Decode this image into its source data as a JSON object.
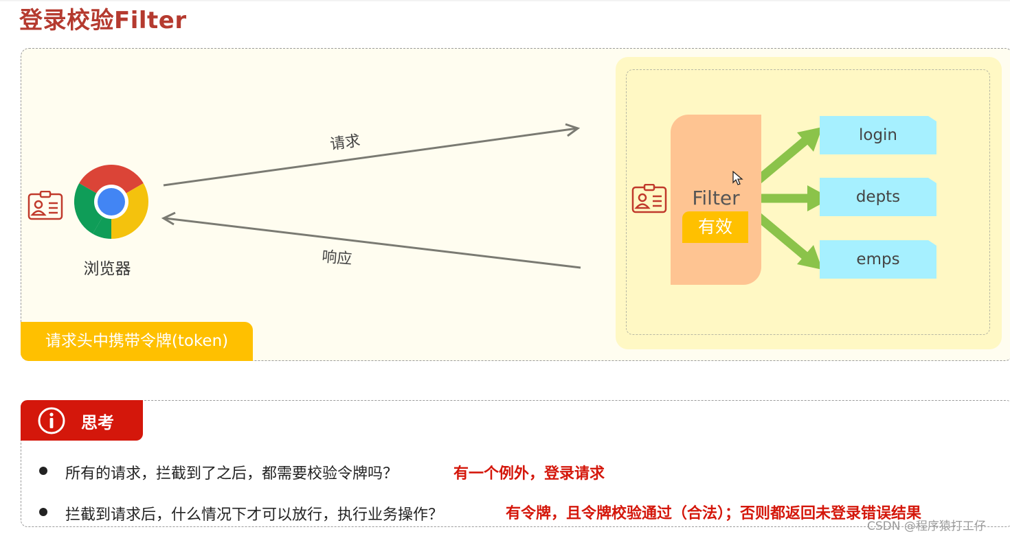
{
  "title": "登录校验Filter",
  "diagram": {
    "browser_label": "浏览器",
    "request_label": "请求",
    "response_label": "响应",
    "token_tag": "请求头中携带令牌(token)",
    "filter_label": "Filter",
    "valid_badge": "有效",
    "endpoints": [
      "login",
      "depts",
      "emps"
    ],
    "icons": [
      "id-card-icon",
      "chrome-icon",
      "cursor-icon"
    ],
    "colors": {
      "panel_bg": "#fffdf0",
      "server_bg": "#fff8c4",
      "filter_bg": "#fec492",
      "badge_bg": "#ffc000",
      "endpoint_bg": "#a6f0ff",
      "arrow_green": "#8bc34a",
      "title_red": "#b53a2f",
      "think_red": "#d4170b"
    }
  },
  "think": {
    "label": "思考",
    "items": [
      {
        "question": "所有的请求，拦截到了之后，都需要校验令牌吗？",
        "answer": "有一个例外，登录请求"
      },
      {
        "question": "拦截到请求后，什么情况下才可以放行，执行业务操作？",
        "answer": "有令牌，且令牌校验通过（合法）；否则都返回未登录错误结果"
      }
    ]
  },
  "watermark": "CSDN @程序猿打工仔"
}
